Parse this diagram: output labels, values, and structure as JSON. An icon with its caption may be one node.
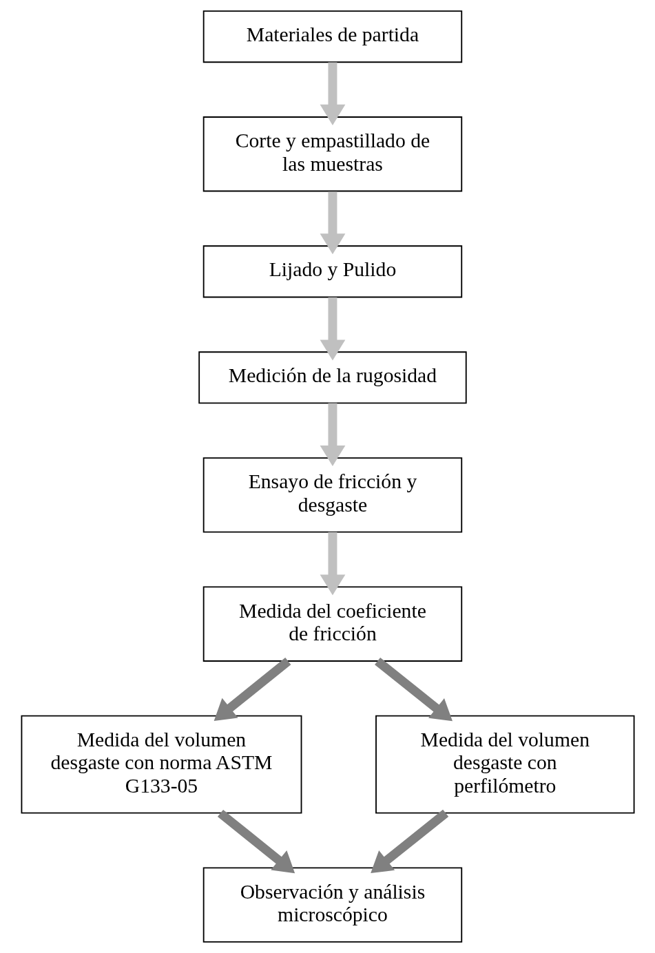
{
  "diagram": {
    "nodes": [
      {
        "text": [
          "Materiales de partida"
        ]
      },
      {
        "text": [
          "Corte y empastillado de las muestras"
        ]
      },
      {
        "text": [
          "Lijado y Pulido"
        ]
      },
      {
        "text": [
          "Medición de la rugosidad"
        ]
      },
      {
        "text": [
          "Ensayo de fricción y desgaste"
        ]
      },
      {
        "text": [
          "Medida del coeficiente de fricción"
        ]
      },
      {
        "text": [
          "Medida del volumen desgaste con norma ASTM G133-05"
        ]
      },
      {
        "text": [
          "Medida del volumen desgaste con perfilómetro"
        ]
      },
      {
        "text": [
          "Observación y análisis microscópico"
        ]
      }
    ],
    "edges": [
      {
        "from": 0,
        "to": 1,
        "arrow": "to"
      },
      {
        "from": 1,
        "to": 2,
        "arrow": "to"
      },
      {
        "from": 2,
        "to": 3,
        "arrow": "to"
      },
      {
        "from": 3,
        "to": 4,
        "arrow": "to"
      },
      {
        "from": 4,
        "to": 5,
        "arrow": "to"
      },
      {
        "from": 5,
        "to": 6,
        "arrow": "to",
        "color": "#808080"
      },
      {
        "from": 5,
        "to": 7,
        "arrow": "to",
        "color": "#808080"
      },
      {
        "from": 6,
        "to": 8,
        "arrow": "to",
        "color": "#808080"
      },
      {
        "from": 7,
        "to": 8,
        "arrow": "to",
        "color": "#808080"
      }
    ]
  }
}
